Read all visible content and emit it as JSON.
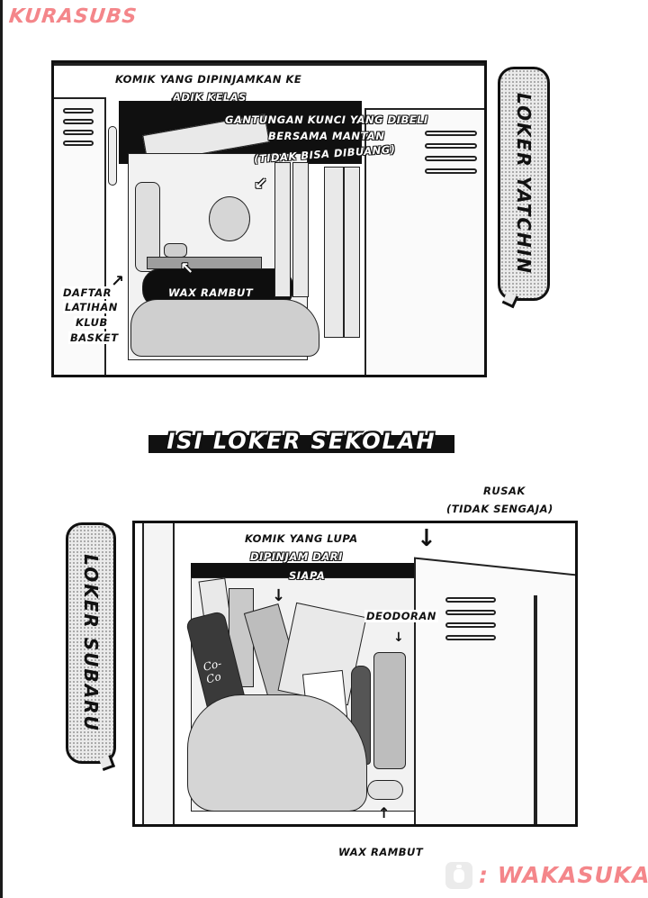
{
  "header": {
    "scanlation_credit": "KURASUBS"
  },
  "panels": [
    {
      "id": "panel-1",
      "bubble_title": "LOKER YATCHIN",
      "labels": {
        "comic_lent": "KOMIK YANG DIPINJAMKAN KE",
        "comic_lent_2": "ADIK KELAS",
        "keychain_1": "GANTUNGAN KUNCI YANG DIBELI",
        "keychain_2": "BERSAMA MANTAN",
        "keychain_3": "(TIDAK BISA DIBUANG)",
        "practice_1": "DAFTAR",
        "practice_2": "LATIHAN",
        "practice_3": "KLUB",
        "practice_4": "BASKET",
        "hair_wax": "WAX RAMBUT"
      }
    },
    {
      "id": "panel-2",
      "bubble_title": "LOKER SUBARU",
      "labels": {
        "broken_1": "RUSAK",
        "broken_2": "(TIDAK SENGAJA)",
        "forgot_comic_1": "KOMIK YANG LUPA",
        "forgot_comic_2": "DIPINJAM DARI",
        "forgot_comic_3": "SIAPA",
        "deodorant": "DEODORAN",
        "hair_wax": "WAX RAMBUT",
        "bottle_brand": "Co-Co"
      }
    }
  ],
  "section_title": "ISI LOKER SEKOLAH",
  "footer": {
    "separator": ":",
    "translator_credit": "WAKASUKA",
    "icon": "jar-icon"
  },
  "colors": {
    "credit_pink": "#f4868a",
    "ink": "#111111",
    "screentone": "#eaeaea"
  },
  "arrows": {
    "down": "↓",
    "up": "↑",
    "down_left": "↙",
    "up_right": "↗",
    "up_left": "↖"
  }
}
